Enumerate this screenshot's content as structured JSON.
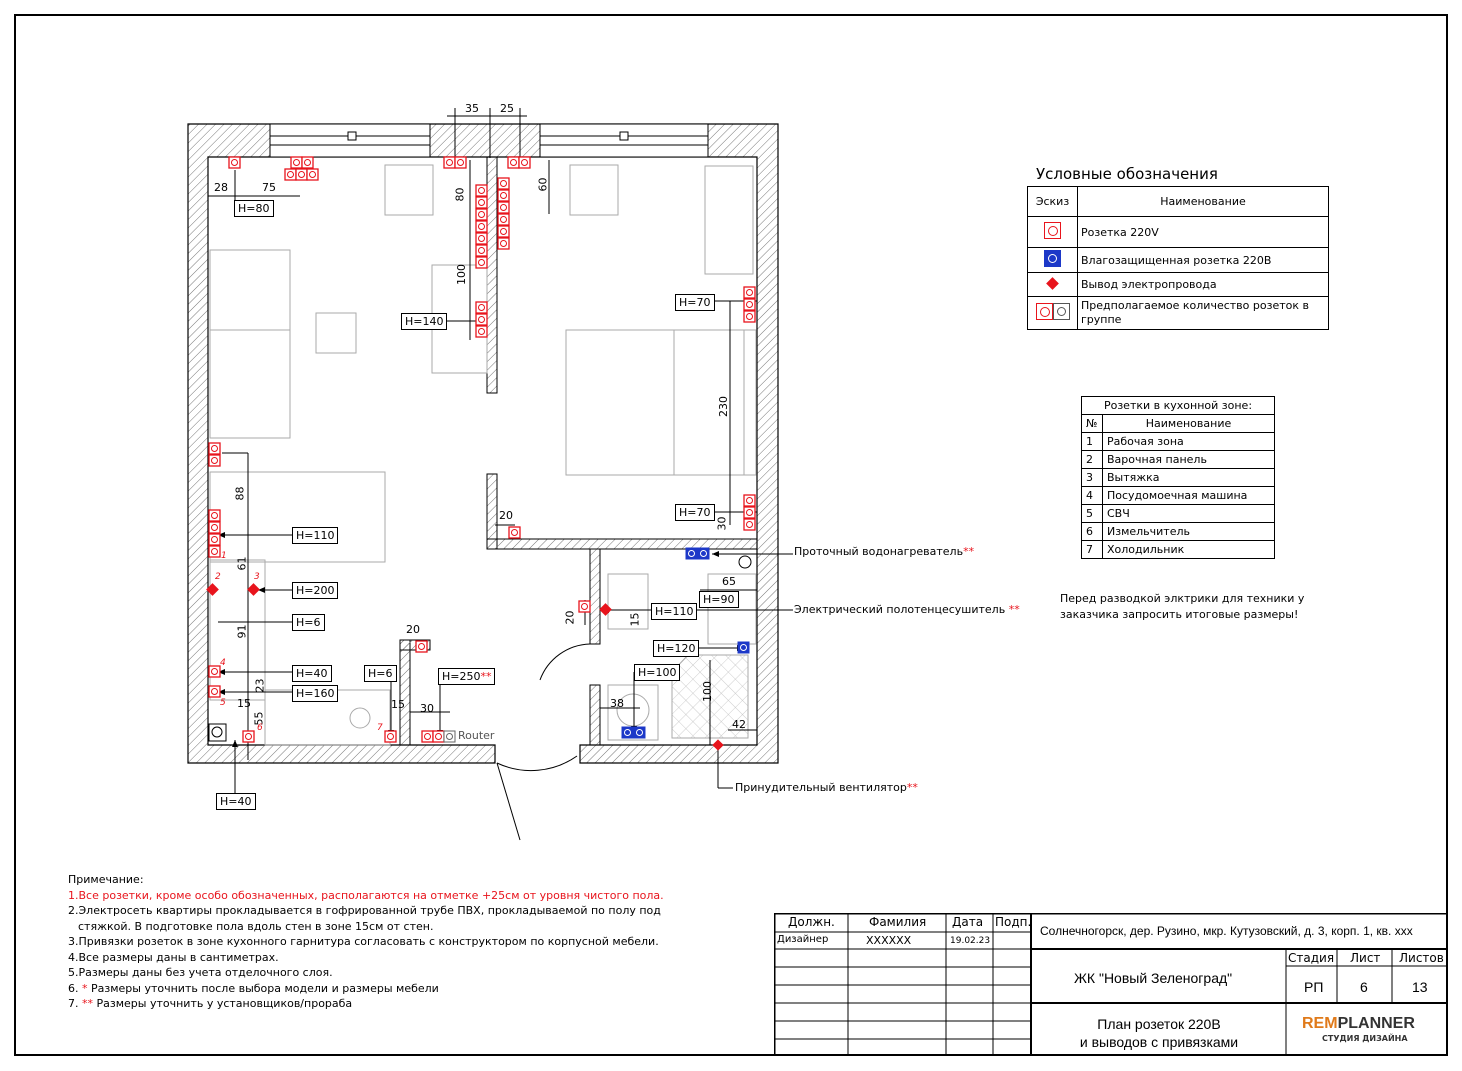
{
  "dimensions": {
    "top_35": "35",
    "top_25": "25",
    "d28": "28",
    "d75": "75",
    "d80": "80",
    "d60": "60",
    "d100_top": "100",
    "d230": "230",
    "d30_bed": "30",
    "d20_hall": "20",
    "d88": "88",
    "d61": "61",
    "d91": "91",
    "d23": "23",
    "d15_kitchen": "15",
    "d55": "55",
    "d20_kitchen": "20",
    "d15_hall": "15",
    "d30_hall": "30",
    "d20_bath": "20",
    "d15_bath": "15",
    "d65": "65",
    "d38": "38",
    "d100_bath": "100",
    "d42": "42"
  },
  "heights": {
    "h80": "H=80",
    "h140": "H=140",
    "h70_a": "H=70",
    "h70_b": "H=70",
    "h110_k": "H=110",
    "h200": "H=200",
    "h6_k": "H=6",
    "h40_k": "H=40",
    "h160": "H=160",
    "h40_b": "H=40",
    "h6_h": "H=6",
    "h250": "H=250",
    "h110_b": "H=110",
    "h90": "H=90",
    "h120": "H=120",
    "h100": "H=100"
  },
  "kitchen_numbers": [
    "1",
    "2",
    "3",
    "4",
    "5",
    "6",
    "7"
  ],
  "callouts": {
    "water_heater": "Проточный водонагреватель",
    "towel_dryer": "Электрический полотенцесушитель",
    "fan": "Принудительный вентилятор",
    "stars": "**",
    "router": "Router"
  },
  "legend": {
    "title": "Условные обозначения",
    "col_sketch": "Эскиз",
    "col_name": "Наименование",
    "rows": [
      {
        "icon": "socket",
        "name": "Розетка 220V"
      },
      {
        "icon": "wet-socket",
        "name": "Влагозащищенная розетка 220В"
      },
      {
        "icon": "wire-outlet",
        "name": "Вывод электропровода"
      },
      {
        "icon": "socket-group",
        "name": "Предполагаемое количество розеток в группе"
      }
    ]
  },
  "kitchen_table": {
    "title": "Розетки в кухонной зоне:",
    "col_num": "№",
    "col_name": "Наименование",
    "rows": [
      {
        "n": "1",
        "name": "Рабочая зона"
      },
      {
        "n": "2",
        "name": "Варочная панель"
      },
      {
        "n": "3",
        "name": "Вытяжка"
      },
      {
        "n": "4",
        "name": "Посудомоечная машина"
      },
      {
        "n": "5",
        "name": "СВЧ"
      },
      {
        "n": "6",
        "name": "Измельчитель"
      },
      {
        "n": "7",
        "name": "Холодильник"
      }
    ]
  },
  "remark": "Перед разводкой элктрики для техники у заказчика запросить итоговые размеры!",
  "notes": {
    "title": "Примечание:",
    "n1": "1.Все розетки, кроме особо обозначенных, располагаются на отметке +25см от уровня чистого пола.",
    "n2a": "2.Электросеть квартиры прокладывается в гофрированной трубе ПВХ, прокладываемой по полу под",
    "n2b": "стяжкой. В подготовке пола вдоль стен в зоне 15см от стен.",
    "n3": "3.Привязки розеток в зоне кухонного гарнитура согласовать с конструктором по корпусной мебели.",
    "n4": "4.Все размеры даны в сантиметрах.",
    "n5": "5.Размеры даны без учета отделочного слоя.",
    "n6_prefix": "6.",
    "n6_star": "*",
    "n6": "Размеры уточнить после выбора модели и размеры мебели",
    "n7_prefix": "7.",
    "n7_star": "**",
    "n7": "Размеры уточнить у установщиков/прораба"
  },
  "stamp": {
    "col_role": "Должн.",
    "col_surname": "Фамилия",
    "col_date": "Дата",
    "col_sign": "Подп.",
    "role": "Дизайнер",
    "surname": "XXXXXX",
    "date": "19.02.23",
    "address": "Солнечногорск, дер. Рузино, мкр. Кутузовский, д. 3, корп. 1, кв. xxx",
    "project": "ЖК \"Новый Зеленоград\"",
    "stage_label": "Стадия",
    "sheet_label": "Лист",
    "sheets_label": "Листов",
    "stage": "РП",
    "sheet": "6",
    "sheets": "13",
    "drawing_title_1": "План розеток 220В",
    "drawing_title_2": "и выводов с привязками",
    "logo_rem": "REM",
    "logo_planner": "PLANNER",
    "logo_sub": "СТУДИЯ ДИЗАЙНА"
  },
  "colors": {
    "socket": "#e8141c",
    "wet_socket": "#1c38c8",
    "wall": "#000000"
  }
}
